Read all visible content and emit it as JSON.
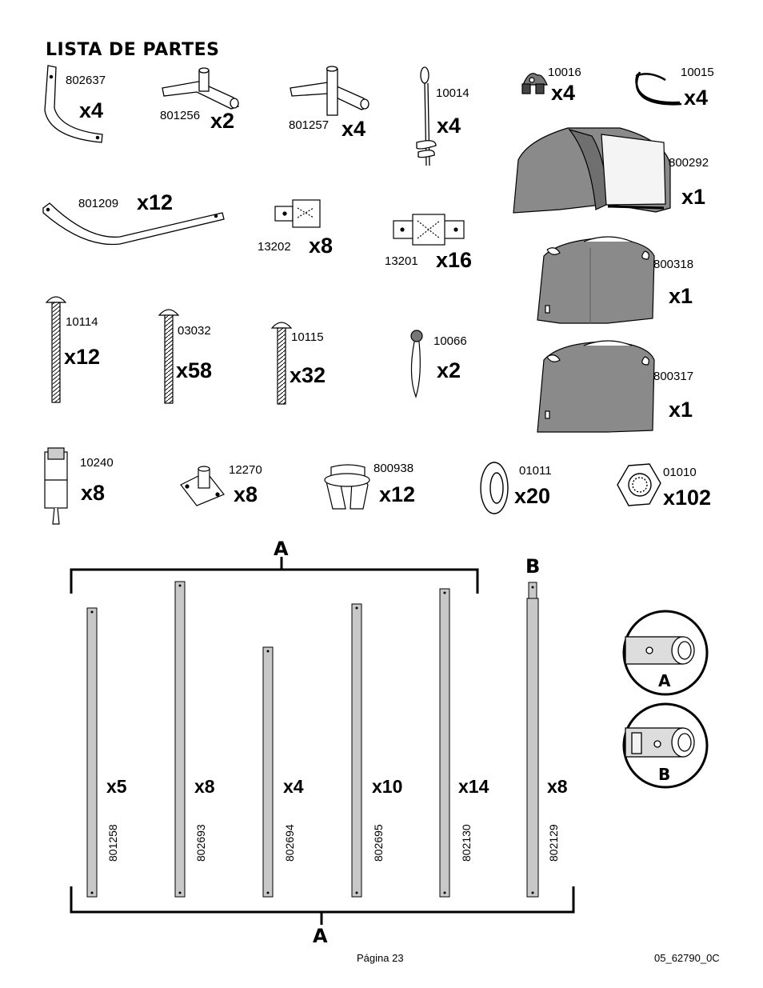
{
  "title": "LISTA DE PARTES",
  "parts": [
    {
      "code": "802637",
      "qty": "x4"
    },
    {
      "code": "801256",
      "qty": "x2"
    },
    {
      "code": "801257",
      "qty": "x4"
    },
    {
      "code": "10014",
      "qty": "x4"
    },
    {
      "code": "10016",
      "qty": "x4"
    },
    {
      "code": "10015",
      "qty": "x4"
    },
    {
      "code": "800292",
      "qty": "x1"
    },
    {
      "code": "801209",
      "qty": "x12"
    },
    {
      "code": "13202",
      "qty": "x8"
    },
    {
      "code": "13201",
      "qty": "x16"
    },
    {
      "code": "800318",
      "qty": "x1"
    },
    {
      "code": "10114",
      "qty": "x12"
    },
    {
      "code": "03032",
      "qty": "x58"
    },
    {
      "code": "10115",
      "qty": "x32"
    },
    {
      "code": "10066",
      "qty": "x2"
    },
    {
      "code": "800317",
      "qty": "x1"
    },
    {
      "code": "10240",
      "qty": "x8"
    },
    {
      "code": "12270",
      "qty": "x8"
    },
    {
      "code": "800938",
      "qty": "x12"
    },
    {
      "code": "01011",
      "qty": "x20"
    },
    {
      "code": "01010",
      "qty": "x102"
    }
  ],
  "tubes": [
    {
      "code": "801258",
      "qty": "x5"
    },
    {
      "code": "802693",
      "qty": "x8"
    },
    {
      "code": "802694",
      "qty": "x4"
    },
    {
      "code": "802695",
      "qty": "x10"
    },
    {
      "code": "802130",
      "qty": "x14"
    },
    {
      "code": "802129",
      "qty": "x8"
    }
  ],
  "group_labels": {
    "a_top": "A",
    "a_bottom": "A",
    "b_top": "B",
    "detail_a": "A",
    "detail_b": "B"
  },
  "footer": {
    "page": "Página 23",
    "doc": "05_62790_0C"
  }
}
